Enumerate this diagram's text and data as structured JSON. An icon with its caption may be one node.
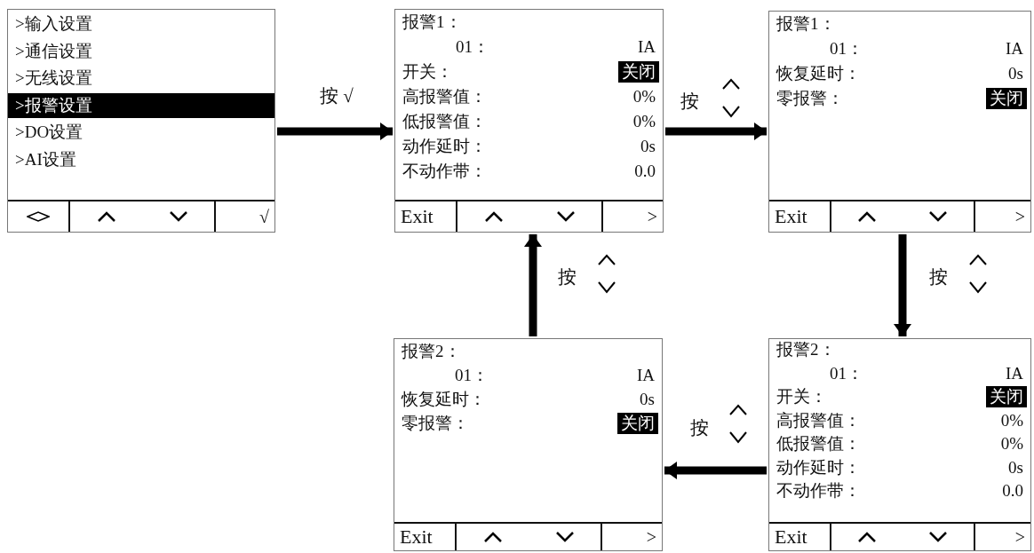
{
  "diagram": {
    "nodes": [
      {
        "text": [
          ">输入设置",
          ">通信设置",
          ">无线设置",
          ">报警设置",
          ">DO设置",
          ">AI设置",
          "√"
        ]
      },
      {
        "text": [
          "报警1：",
          "01：",
          "IA",
          "开关：",
          "关闭",
          "高报警值：",
          "0%",
          "低报警值：",
          "0%",
          "动作延时：",
          "0s",
          "不动作带：",
          "0.0",
          "Exit",
          ">"
        ]
      },
      {
        "text": [
          "报警1：",
          "01：",
          "IA",
          "恢复延时：",
          "0s",
          "零报警：",
          "关闭",
          "Exit",
          ">"
        ]
      },
      {
        "text": [
          "报警2：",
          "01：",
          "IA",
          "恢复延时：",
          "0s",
          "零报警：",
          "关闭",
          "Exit",
          ">"
        ]
      },
      {
        "text": [
          "报警2：",
          "01：",
          "IA",
          "开关：",
          "关闭",
          "高报警值：",
          "0%",
          "低报警值：",
          "0%",
          "动作延时：",
          "0s",
          "不动作带：",
          "0.0",
          "Exit",
          ">"
        ]
      }
    ],
    "edges": [
      {
        "from": 0,
        "to": 1,
        "arrow": "to",
        "label": "按 √"
      },
      {
        "from": 1,
        "to": 2,
        "arrow": "to",
        "label": "按"
      },
      {
        "from": 2,
        "to": 4,
        "arrow": "to",
        "label": "按"
      },
      {
        "from": 4,
        "to": 3,
        "arrow": "to",
        "label": "按"
      },
      {
        "from": 3,
        "to": 1,
        "arrow": "to",
        "label": "按"
      }
    ]
  }
}
